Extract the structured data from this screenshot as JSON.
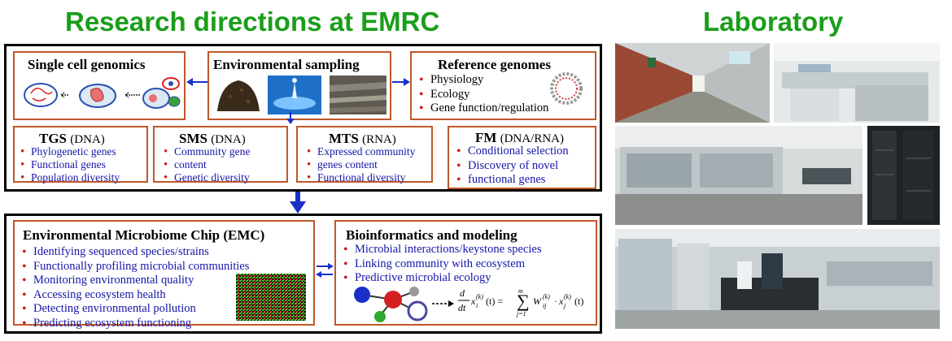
{
  "headings": {
    "left": "Research directions at EMRC",
    "right": "Laboratory"
  },
  "single_cell": {
    "title": "Single cell genomics"
  },
  "env_sampling": {
    "title": "Environmental sampling"
  },
  "reference": {
    "title": "Reference genomes",
    "items": [
      "Physiology",
      "Ecology",
      "Gene function/regulation"
    ]
  },
  "tgs": {
    "title": "TGS",
    "sub": "(DNA)",
    "items": [
      "Phylogenetic genes",
      "Functional genes",
      "Population diversity"
    ]
  },
  "sms": {
    "title": "SMS",
    "sub": "(DNA)",
    "items": [
      "Community gene",
      "content",
      "Genetic diversity"
    ]
  },
  "mts": {
    "title": "MTS",
    "sub": "(RNA)",
    "items": [
      "Expressed community",
      "genes content",
      "Functional diversity"
    ]
  },
  "fm": {
    "title": "FM",
    "sub": "(DNA/RNA)",
    "items": [
      "Conditional selection",
      "Discovery of novel",
      "functional genes"
    ]
  },
  "emc": {
    "title": "Environmental Microbiome Chip (EMC)",
    "items": [
      "Identifying sequenced species/strains",
      "Functionally profiling microbial communities",
      "Monitoring environmental quality",
      "Accessing ecosystem health",
      "Detecting environmental pollution",
      "Predicting ecosystem functioning"
    ]
  },
  "bio": {
    "title": "Bioinformatics and modeling",
    "items": [
      "Microbial interactions/keystone species",
      "Linking community with ecosystem",
      "Predictive microbial ecology"
    ]
  },
  "colors": {
    "heading": "#1a9e1a",
    "box_border": "#c0582a",
    "arrow": "#1a2fc8",
    "list_text": "#1515a8",
    "bullet": "#d41818"
  }
}
